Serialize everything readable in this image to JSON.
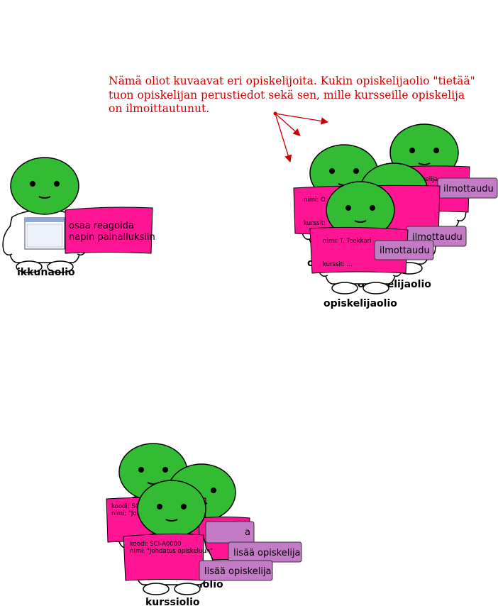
{
  "annotation": {
    "lines": [
      "Nämä oliot kuvaavat eri opiskelijoita. Kukin opiskelijaolio \"tietää\"",
      "tuon opiskelijan perustiedot sekä sen, mille kursseille opiskelija",
      "on ilmoittautunut."
    ]
  },
  "window_object": {
    "label": "ikkunaolio",
    "card_lines": [
      "osaa reagoida",
      "napin painalluksiin"
    ]
  },
  "student_objects": {
    "label_back": "opiskelijaolio",
    "label_front": "opiskelijaolio",
    "partial_label_left": "o",
    "back_card_text": "kelija",
    "middle_card_name": "nimi: O. P",
    "middle_card_courses": "kurssit:",
    "front_card_name": "nimi: T. Teekkari",
    "front_card_courses": "kurssit: ...",
    "button_label": "ilmottaudu"
  },
  "course_objects": {
    "label_front": "kurssiolio",
    "label_back_partial": "iolio",
    "back_card_code": "koodi:  SCI",
    "back_card_name": "nimi: \"Joh",
    "middle_card_partial": "a",
    "front_card_code": "koodi:  SCI-A0000",
    "front_card_name": "nimi: \"Johdatus opiskeluun\"",
    "button_label": "lisää opiskelija"
  },
  "colors": {
    "annotation": "#cc0000",
    "head": "#33bb33",
    "card": "#ff1493",
    "button": "#c27bc4"
  }
}
